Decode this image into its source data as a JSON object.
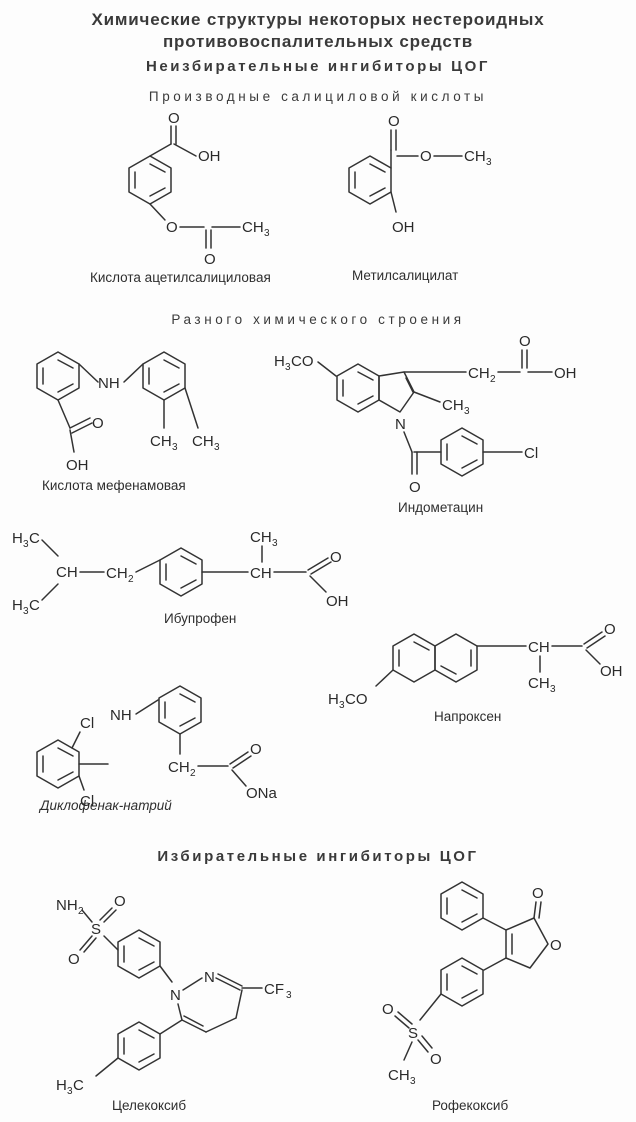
{
  "title": {
    "line1": "Химические структуры некоторых нестероидных",
    "line2": "противовоспалительных средств"
  },
  "sections": {
    "nonselective": "Неизбирательные ингибиторы ЦОГ",
    "salicylic": "Производные салициловой кислоты",
    "various": "Разного химического строения",
    "selective": "Избирательные ингибиторы ЦОГ"
  },
  "compounds": {
    "aspirin": "Кислота ацетилсалициловая",
    "methylsalicylate": "Метилсалицилат",
    "mefenamic": "Кислота мефенамовая",
    "indomethacin": "Индометацин",
    "ibuprofen": "Ибупрофен",
    "naproxen": "Напроксен",
    "diclofenac": "Диклофенак-натрий",
    "celecoxib": "Целекоксиб",
    "rofecoxib": "Рофекоксиб"
  },
  "atoms": {
    "O": "O",
    "OH": "OH",
    "CH": "CH",
    "CH2": "CH",
    "sub2": "2",
    "sub3": "3",
    "CH3": "CH",
    "H3C": "H",
    "H3C_C": "C",
    "H3CO": "H",
    "CO": "CO",
    "NH": "NH",
    "N": "N",
    "Cl": "Cl",
    "ONa": "ONa",
    "S": "S",
    "NH2": "NH",
    "CF3": "CF"
  }
}
